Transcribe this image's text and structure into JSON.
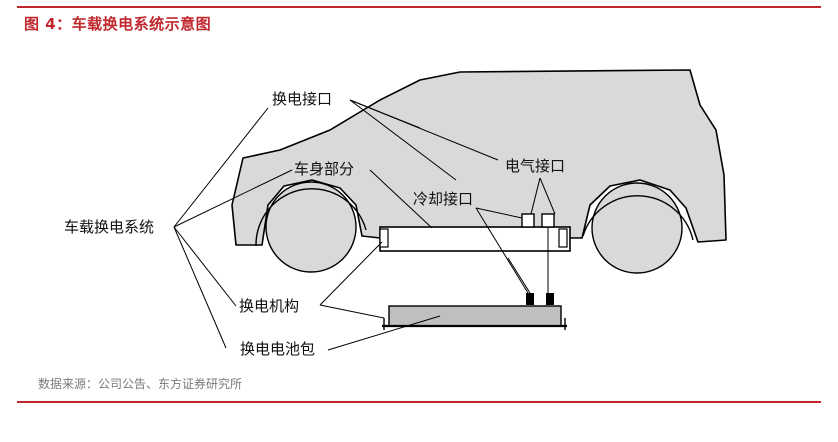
{
  "figure_title": "图 4：车载换电系统示意图",
  "source": "数据来源：公司公告、东方证券研究所",
  "labels": {
    "swap_interface": "换电接口",
    "body_part": "车身部分",
    "electrical_interface": "电气接口",
    "cooling_interface": "冷却接口",
    "onboard_swap_system": "车载换电系统",
    "swap_mechanism": "换电机构",
    "swap_battery_pack": "换电电池包"
  },
  "colors": {
    "accent": "#c0282e",
    "car_fill": "#d9d9d9",
    "battery_fill": "#bfbfbf",
    "line": "#000000"
  }
}
